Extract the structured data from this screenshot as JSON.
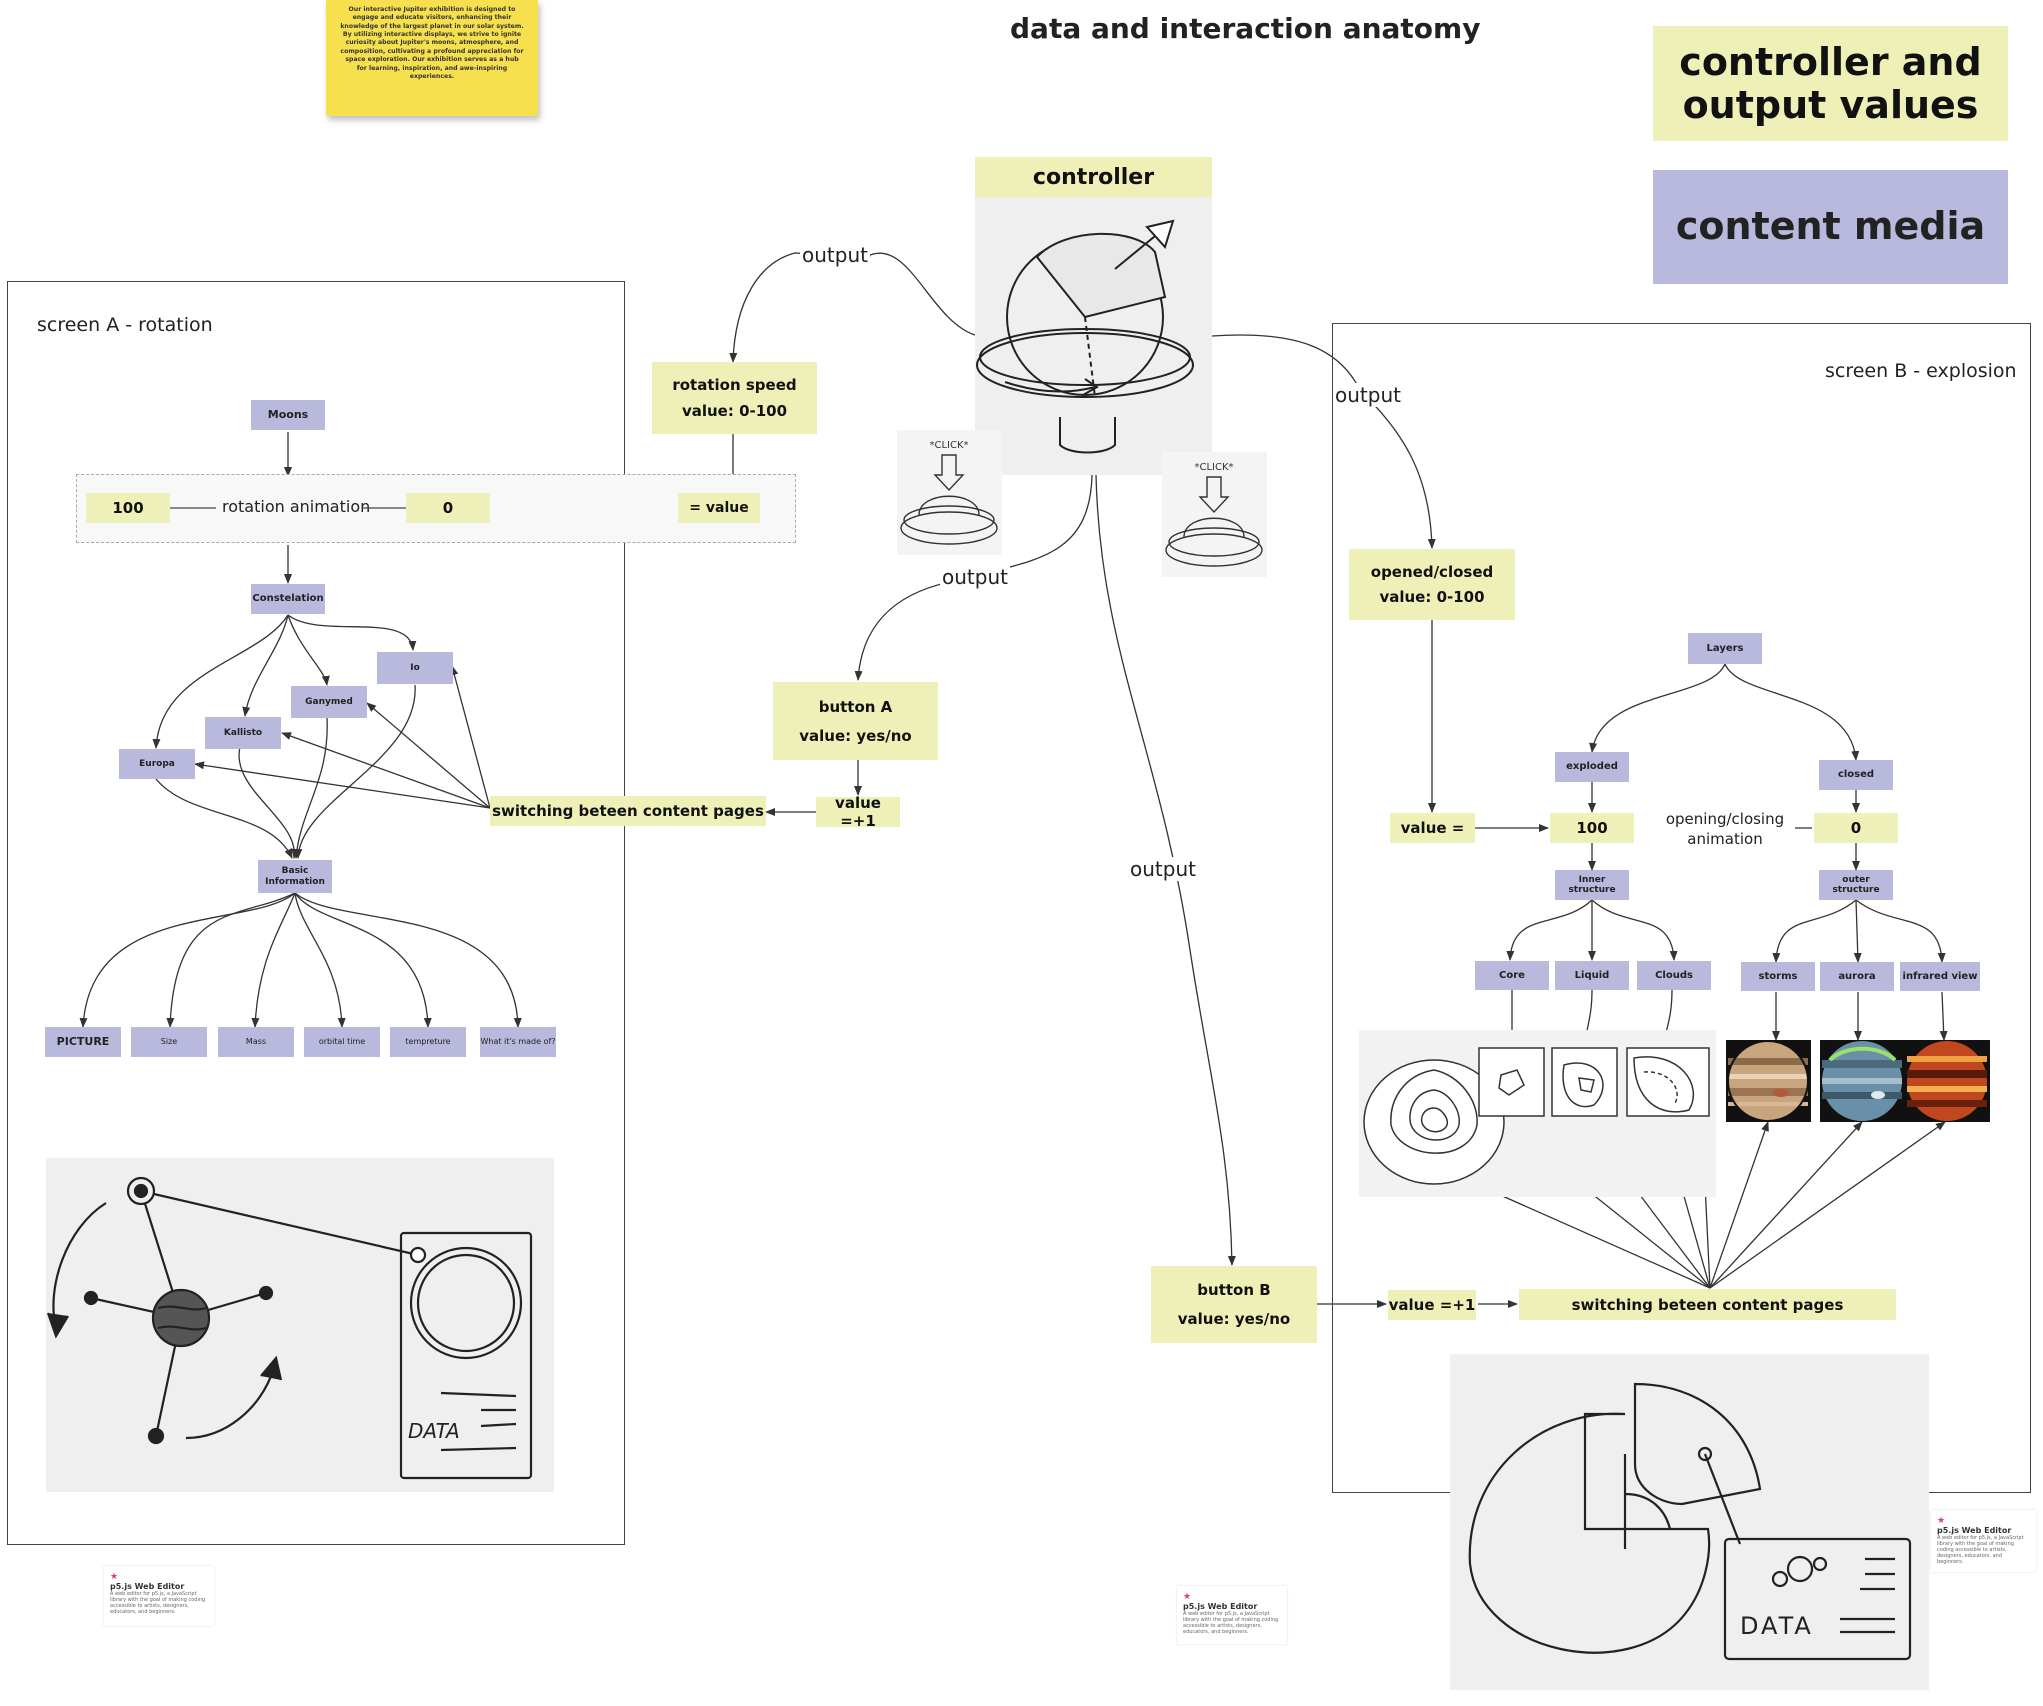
{
  "title": "data and interaction anatomy",
  "sticky_note": "Our interactive Jupiter exhibition is designed to engage and educate visitors, enhancing their knowledge of the largest planet in our solar system. By utilizing interactive displays, we strive to ignite curiosity about Jupiter's moons, atmosphere, and composition, cultivating a profound appreciation for space exploration. Our exhibition serves as a hub for learning, inspiration, and awe-inspiring experiences.",
  "legend": {
    "controller_values": "controller and output values",
    "content_media": "content media"
  },
  "colors": {
    "controller_yellow": "#eef0b8",
    "content_purple": "#b8b9dc",
    "sticky": "#f6e04e"
  },
  "controller": {
    "label": "controller",
    "click_label": "*CLICK*"
  },
  "output_label": "output",
  "screen_a": {
    "title": "screen A - rotation",
    "moons": "Moons",
    "val_100": "100",
    "rotation_animation": "rotation animation",
    "val_0": "0",
    "eq_value": "= value",
    "constellation": "Constelation",
    "io": "Io",
    "ganymed": "Ganymed",
    "kallisto": "Kallisto",
    "europa": "Europa",
    "basic_information": "Basic Information",
    "info_items": [
      "PICTURE",
      "Size",
      "Mass",
      "orbital time",
      "tempreture",
      "What it's made of?"
    ],
    "switching": "switching beteen content pages",
    "sketch_data": "DATA"
  },
  "rotation_speed": {
    "title": "rotation speed",
    "value": "value: 0-100"
  },
  "button_a": {
    "title": "button A",
    "value": "value: yes/no",
    "increment": "value =+1"
  },
  "screen_b": {
    "title": "screen B - explosion",
    "opened_closed": {
      "title": "opened/closed",
      "value": "value: 0-100"
    },
    "layers": "Layers",
    "exploded": "exploded",
    "closed": "closed",
    "value_eq": "value =",
    "val_100": "100",
    "anim": "opening/closing animation",
    "val_0": "0",
    "inner": "Inner structure",
    "outer": "outer structure",
    "inner_items": [
      "Core",
      "Liquid",
      "Clouds"
    ],
    "outer_items": [
      "storms",
      "aurora",
      "infrared view"
    ],
    "switching": "switching beteen content pages",
    "sketch_data": "DATA"
  },
  "button_b": {
    "title": "button B",
    "value": "value: yes/no",
    "increment": "value =+1"
  },
  "p5_cards": [
    {
      "title": "p5.js Web Editor",
      "desc": "A web editor for p5.js, a JavaScript library with the goal of making coding accessible to artists, designers, educators, and beginners."
    },
    {
      "title": "p5.js Web Editor",
      "desc": "A web editor for p5.js, a JavaScript library with the goal of making coding accessible to artists, designers, educators, and beginners."
    },
    {
      "title": "p5.js Web Editor",
      "desc": "A web editor for p5.js, a JavaScript library with the goal of making coding accessible to artists, designers, educators, and beginners."
    }
  ]
}
